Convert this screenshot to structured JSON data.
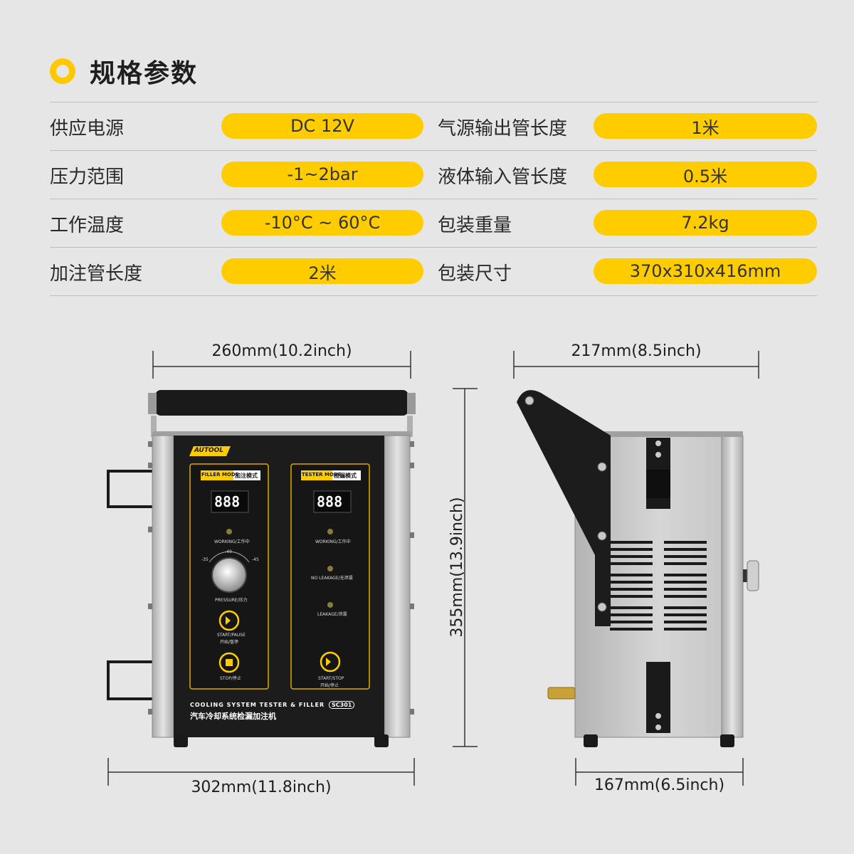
{
  "header": {
    "title": "规格参数",
    "icon": "ring-icon"
  },
  "specs": [
    {
      "left_label": "供应电源",
      "left_value": "DC 12V",
      "right_label": "气源输出管长度",
      "right_value": "1米"
    },
    {
      "left_label": "压力范围",
      "left_value": "-1~2bar",
      "right_label": "液体输入管长度",
      "right_value": "0.5米"
    },
    {
      "left_label": "工作温度",
      "left_value": "-10°C ~ 60°C",
      "right_label": "包装重量",
      "right_value": "7.2kg"
    },
    {
      "left_label": "加注管长度",
      "left_value": "2米",
      "right_label": "包装尺寸",
      "right_value": "370x310x416mm"
    }
  ],
  "dimensions": {
    "front_top": "260mm(10.2inch)",
    "front_bottom": "302mm(11.8inch)",
    "height": "355mm(13.9inch)",
    "side_top": "217mm(8.5inch)",
    "side_bottom": "167mm(6.5inch)"
  },
  "device": {
    "brand": "AUTOOL",
    "filler_mode": {
      "tag_en": "FILLER MODE",
      "tag_cn": "加注模式",
      "display": "888"
    },
    "tester_mode": {
      "tag_en": "TESTER MODE",
      "tag_cn": "检漏模式",
      "display": "888"
    },
    "working": "WORKING/工作中",
    "pressure": "PRESSURE/压力",
    "start_pause": "START/PAUSE",
    "start_pause_cn": "开始/暂停",
    "stop": "STOP/停止",
    "no_leakage": "NO LEAKAGE/无泄漏",
    "leakage": "LEAKAGE/泄漏",
    "start_stop": "START/STOP",
    "start_stop_cn": "开始/停止",
    "dial_scale": [
      "-35",
      "-40",
      "-45"
    ],
    "footer_en": "COOLING SYSTEM TESTER & FILLER",
    "model": "SC301",
    "footer_cn": "汽车冷却系统检漏加注机"
  },
  "colors": {
    "accent": "#ffcc00",
    "panel": "#1c1c1c",
    "background": "#e6e6e6",
    "metal": "#c8c8c8"
  }
}
